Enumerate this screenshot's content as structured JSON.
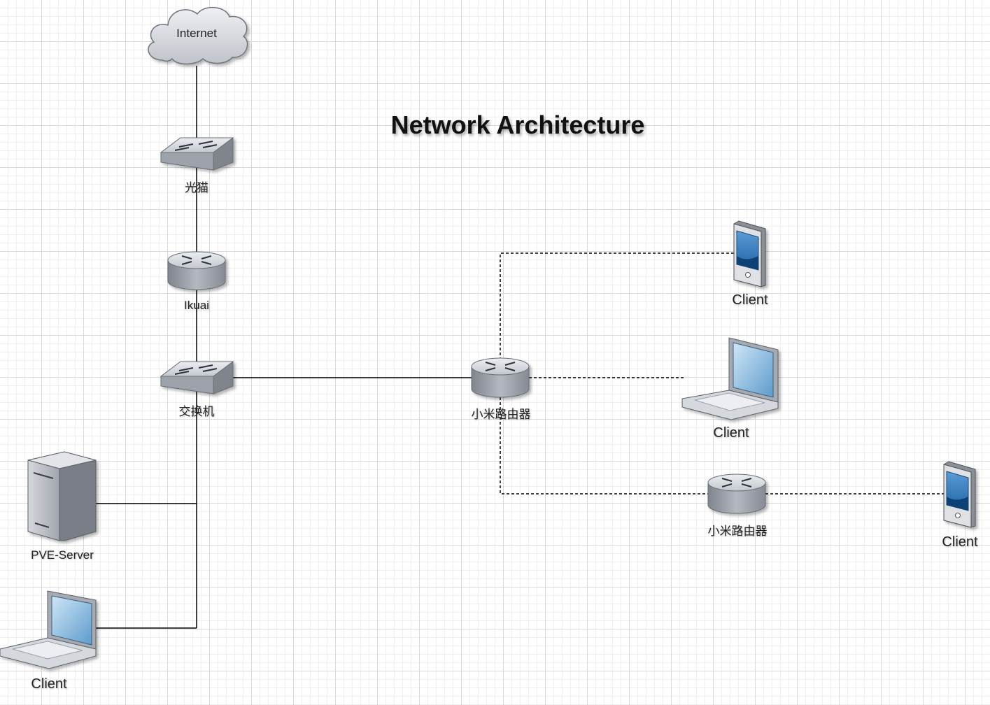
{
  "title": "Network Architecture",
  "nodes": {
    "internet": "Internet",
    "modem": "光猫",
    "ikuai": "Ikuai",
    "switch": "交换机",
    "pve": "PVE-Server",
    "client_left": "Client",
    "router_main": "小米路由器",
    "router_sub": "小米路由器",
    "client_phone_top": "Client",
    "client_laptop_right": "Client",
    "client_phone_right": "Client"
  },
  "colors": {
    "line": "#000000",
    "device_body": "#a9adb6",
    "device_top": "#d6d9df",
    "screen": "#7fb2da",
    "grid": "#d9d9d9"
  }
}
